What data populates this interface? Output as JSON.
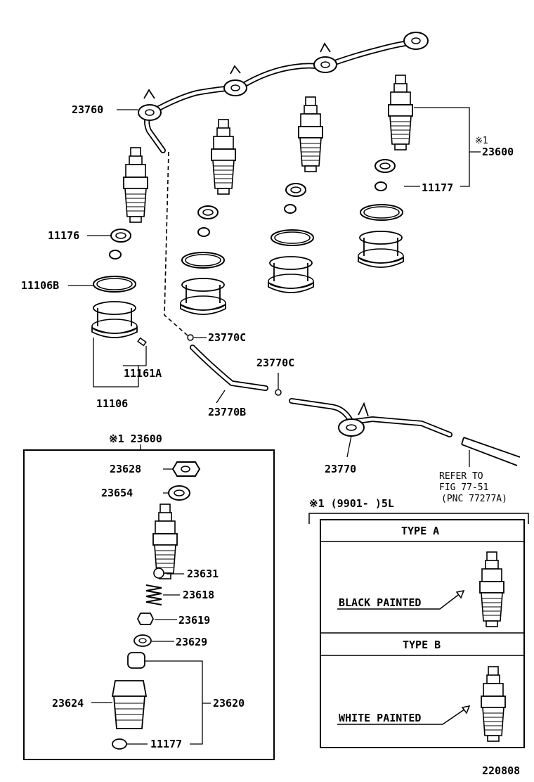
{
  "parts": {
    "p23760": "23760",
    "p23600_note": "※1",
    "p23600": "23600",
    "p11177_top": "11177",
    "p11176": "11176",
    "p11106B": "11106B",
    "p11161A": "11161A",
    "p11106": "11106",
    "p23770C_a": "23770C",
    "p23770C_b": "23770C",
    "p23770B": "23770B",
    "p23770": "23770",
    "refer_line1": "REFER TO",
    "refer_line2": "FIG 77-51",
    "refer_line3": "(PNC 77277A)"
  },
  "detail_box": {
    "title": "※1 23600",
    "p23628": "23628",
    "p23654": "23654",
    "p23631": "23631",
    "p23618": "23618",
    "p23619": "23619",
    "p23629": "23629",
    "p23624": "23624",
    "p23620": "23620",
    "p11177": "11177"
  },
  "type_box": {
    "header": "※1 (9901-     )5L",
    "type_a": "TYPE A",
    "type_a_note": "BLACK PAINTED",
    "type_b": "TYPE B",
    "type_b_note": "WHITE PAINTED"
  },
  "figure_number": "220808"
}
